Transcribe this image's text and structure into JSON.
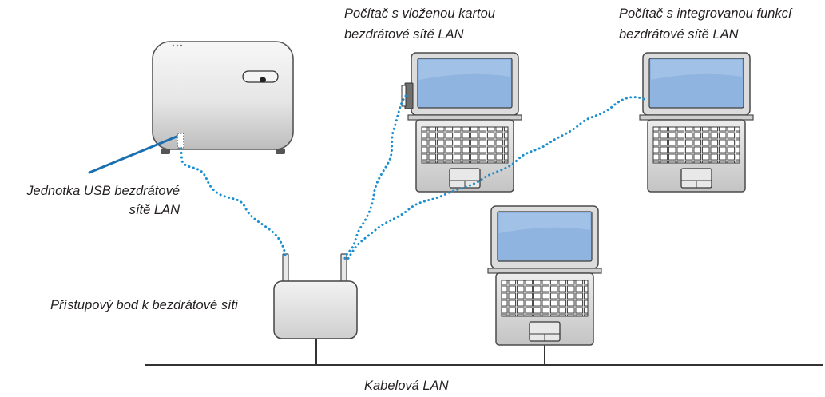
{
  "labels": {
    "laptop_card": [
      "Počítač s vloženou kartou",
      "bezdrátové sítě LAN"
    ],
    "laptop_integrated": [
      "Počítač s integrovanou funkcí",
      "bezdrátové sítě LAN"
    ],
    "usb_unit": [
      "Jednotka USB bezdrátové",
      "sítě LAN"
    ],
    "access_point": "Přístupový bod k bezdrátové síti",
    "wired_lan": "Kabelová LAN"
  },
  "colors": {
    "wifi_dots": "#1b8fd0",
    "pointer_line": "#1a6fb0",
    "screen": "#8fb4df",
    "outline": "#4a4a4a",
    "body_fill": "#e2e2e2"
  }
}
